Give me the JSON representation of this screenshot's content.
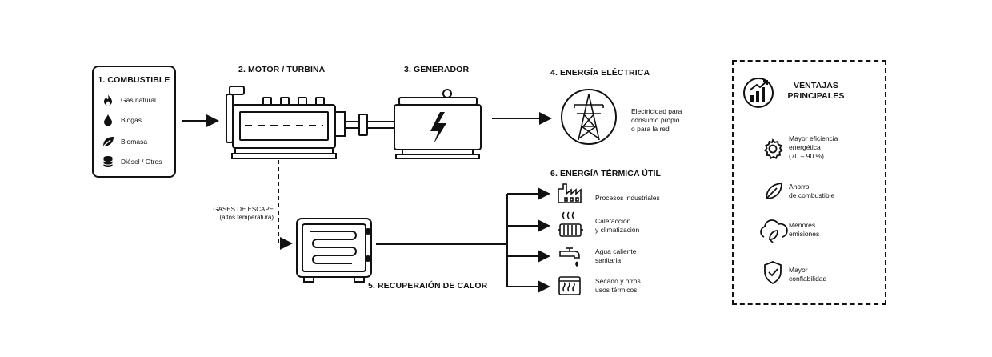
{
  "fuel": {
    "title": "1. COMBUSTIBLE",
    "items": [
      {
        "label": "Gas natural",
        "icon": "flame-icon"
      },
      {
        "label": "Biogás",
        "icon": "drop-icon"
      },
      {
        "label": "Biomasa",
        "icon": "leaf-icon"
      },
      {
        "label": "Diésel / Otros",
        "icon": "barrel-icon"
      }
    ]
  },
  "engine": {
    "title": "2. MOTOR / TURBINA"
  },
  "generator": {
    "title": "3. GENERADOR"
  },
  "electric": {
    "title": "4. ENERGÍA ELÉCTRICA",
    "description": "Electricidad para\nconsumo propio\no para la red"
  },
  "exhaust": {
    "label": "GASES DE ESCAPE\n(altos temperatura)"
  },
  "recovery": {
    "title": "5. RECUPERAIÓN DE CALOR"
  },
  "thermal": {
    "title": "6. ENERGÍA TÉRMICA ÚTIL",
    "items": [
      {
        "label": "Procesos industriales",
        "icon": "factory-icon"
      },
      {
        "label": "Calefacción\ny climatización",
        "icon": "radiator-icon"
      },
      {
        "label": "Agua caliente\nsanitaria",
        "icon": "faucet-icon"
      },
      {
        "label": "Secado y otros\nusos térmicos",
        "icon": "dryer-icon"
      }
    ]
  },
  "benefits": {
    "title": "VENTAJAS\nPRINCIPALES",
    "items": [
      {
        "label": "Mayor eficiencia\nenergética\n(70 – 90 %)",
        "icon": "gear-icon"
      },
      {
        "label": "Ahorro\nde combustible",
        "icon": "leaf-icon"
      },
      {
        "label": "Menores\nemisiones",
        "icon": "cloud-leaf-icon"
      },
      {
        "label": "Mayor\nconfiabilidad",
        "icon": "shield-check-icon"
      }
    ]
  }
}
